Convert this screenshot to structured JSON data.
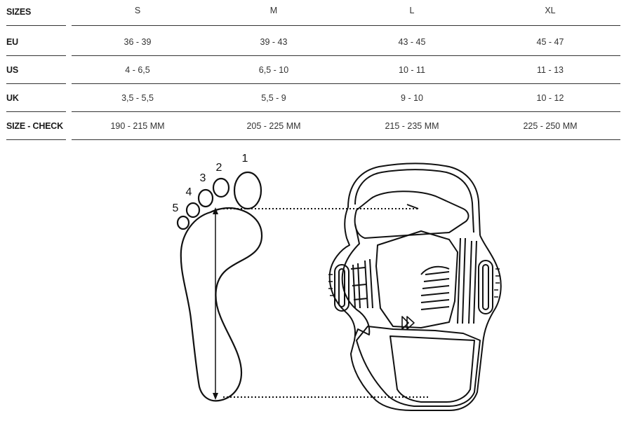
{
  "table": {
    "columns": [
      "S",
      "M",
      "L",
      "XL"
    ],
    "header_label": "SIZES",
    "rows": [
      {
        "label": "EU",
        "values": [
          "36 - 39",
          "39 - 43",
          "43 - 45",
          "45 - 47"
        ]
      },
      {
        "label": "US",
        "values": [
          "4 - 6,5",
          "6,5 - 10",
          "10 - 11",
          "11 - 13"
        ]
      },
      {
        "label": "UK",
        "values": [
          "3,5 - 5,5",
          "5,5 - 9",
          "9 - 10",
          "10 - 12"
        ]
      },
      {
        "label": "SIZE - CHECK",
        "values": [
          "190 - 215 MM",
          "205 - 225 MM",
          "215 - 235 MM",
          "225 - 250 MM"
        ]
      }
    ]
  },
  "illustration": {
    "toe_numbers": [
      "1",
      "2",
      "3",
      "4",
      "5"
    ],
    "foot_icon": "foot-outline-icon",
    "binding_icon": "footstrap-binding-icon",
    "logo": "duotone-logo"
  }
}
